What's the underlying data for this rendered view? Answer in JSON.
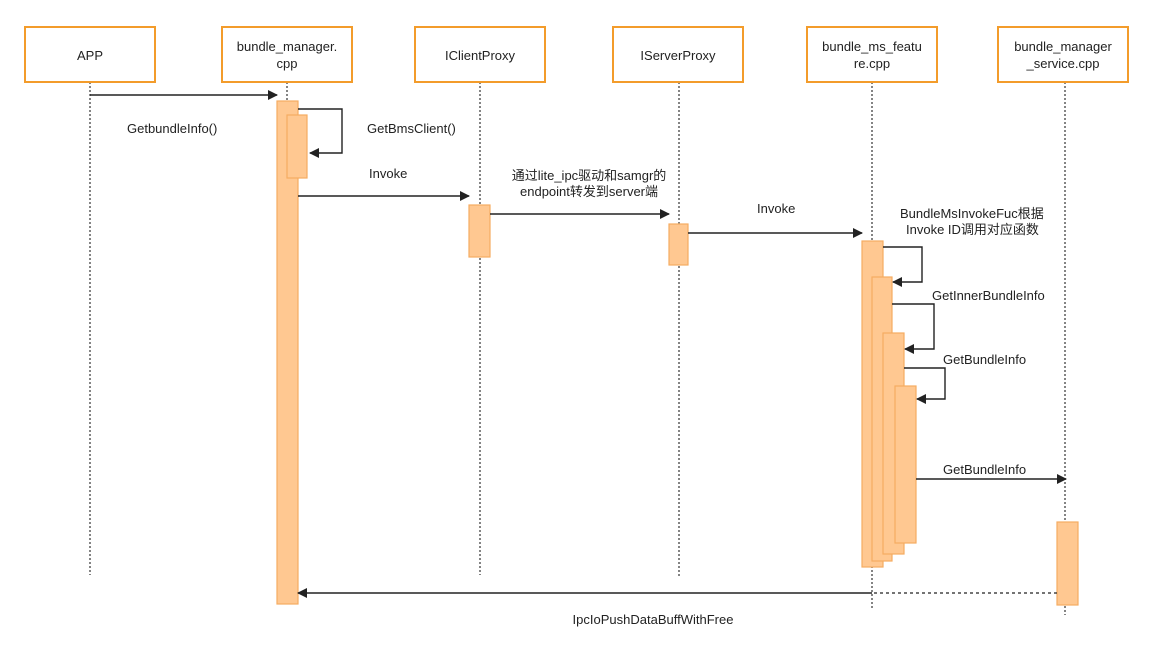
{
  "participants": [
    {
      "id": "app",
      "lines": [
        "APP"
      ]
    },
    {
      "id": "bundle-manager",
      "lines": [
        "bundle_manager.",
        "cpp"
      ]
    },
    {
      "id": "iclientproxy",
      "lines": [
        "IClientProxy"
      ]
    },
    {
      "id": "iserverproxy",
      "lines": [
        "IServerProxy"
      ]
    },
    {
      "id": "bundle-ms-feature",
      "lines": [
        "bundle_ms_featu",
        "re.cpp"
      ]
    },
    {
      "id": "bundle-manager-service",
      "lines": [
        "bundle_manager",
        "_service.cpp"
      ]
    }
  ],
  "messages": {
    "getbundleinfo_call": "GetbundleInfo()",
    "getbmsclient": "GetBmsClient()",
    "invoke_1": "Invoke",
    "ipc_forward": [
      "通过lite_ipc驱动和samgr的",
      "endpoint转发到server端"
    ],
    "invoke_2": "Invoke",
    "invoke_func": [
      "BundleMsInvokeFuc根据",
      "Invoke ID调用对应函数"
    ],
    "getinnerbundleinfo": "GetInnerBundleInfo",
    "getbundleinfo_self": "GetBundleInfo",
    "getbundleinfo_service": "GetBundleInfo",
    "ipc_push": "IpcIoPushDataBuffWithFree"
  },
  "colors": {
    "box_border": "#f39c2b",
    "activation_fill": "#ffc891",
    "activation_border": "#f5ac62",
    "line": "#222222"
  }
}
